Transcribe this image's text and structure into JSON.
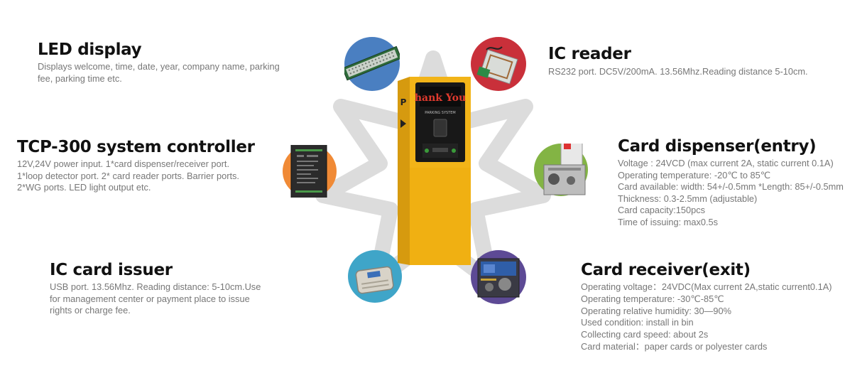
{
  "features": {
    "led_display": {
      "title": "LED display",
      "desc": [
        "Displays welcome, time, date, year, company name, parking",
        "fee, parking time etc."
      ]
    },
    "system_controller": {
      "title": "TCP-300 system controller",
      "desc": [
        "12V,24V power input. 1*card dispenser/receiver port.",
        "1*loop detector port. 2* card reader ports. Barrier ports.",
        "2*WG ports. LED light output etc."
      ]
    },
    "ic_card_issuer": {
      "title": "IC card issuer",
      "desc": [
        "USB port. 13.56Mhz. Reading distance: 5-10cm.Use",
        "for management center or payment place to issue",
        "rights or charge fee."
      ]
    },
    "ic_reader": {
      "title": "IC reader",
      "desc": [
        "RS232 port. DC5V/200mA. 13.56Mhz.Reading distance 5-10cm."
      ]
    },
    "card_dispenser": {
      "title": "Card dispenser(entry)",
      "desc": [
        "Voltage : 24VCD (max current 2A, static current 0.1A)",
        "Operating temperature: -20℃ to 85℃",
        "Card available: width: 54+/-0.5mm *Length: 85+/-0.5mm",
        "Thickness: 0.3-2.5mm (adjustable)",
        "Card capacity:150pcs",
        "Time of issuing: max0.5s"
      ]
    },
    "card_receiver": {
      "title": "Card receiver(exit)",
      "desc": [
        "Operating voltage：24VDC(Max current 2A,static current0.1A)",
        "Operating temperature: -30℃-85℃",
        "Operating relative humidity: 30—90%",
        "Used condition: install in bin",
        "Collecting card speed: about 2s",
        "Card material：paper cards or polyester cards"
      ]
    }
  },
  "kiosk": {
    "led_text": "hank You",
    "screen_text": "PARKING SYSTEM",
    "side_letter": "P"
  },
  "colors": {
    "led_circle": "#4a7fc1",
    "ic_reader_circle": "#c9303a",
    "controller_circle": "#f08a36",
    "dispenser_circle": "#83b444",
    "issuer_circle": "#3fa5c8",
    "receiver_circle": "#5d4a95",
    "kiosk_yellow": "#f2b418"
  }
}
